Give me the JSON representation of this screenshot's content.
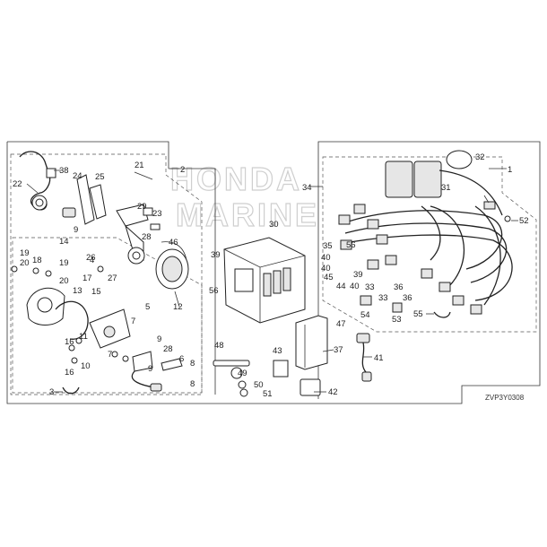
{
  "watermark": {
    "line1": "HONDA",
    "line2": "MARINE"
  },
  "diagram_code": "ZVP3Y0308",
  "callouts": {
    "c1": "1",
    "c2": "2",
    "c3": "3",
    "c4": "4",
    "c5": "5",
    "c6": "6",
    "c7": "7",
    "c8": "8",
    "c9": "9",
    "c10": "10",
    "c11": "11",
    "c12": "12",
    "c13": "13",
    "c14": "14",
    "c15": "15",
    "c16": "16",
    "c17": "17",
    "c18": "18",
    "c19": "19",
    "c20": "20",
    "c21": "21",
    "c22": "22",
    "c23": "23",
    "c24": "24",
    "c25": "25",
    "c26": "26",
    "c27": "27",
    "c28": "28",
    "c29": "29",
    "c30": "30",
    "c31": "31",
    "c32": "32",
    "c33": "33",
    "c34": "34",
    "c35": "35",
    "c36": "36",
    "c37": "37",
    "c38": "38",
    "c39": "39",
    "c40": "40",
    "c41": "41",
    "c42": "42",
    "c43": "43",
    "c44": "44",
    "c45": "45",
    "c46": "46",
    "c47": "47",
    "c48": "48",
    "c49": "49",
    "c50": "50",
    "c51": "51",
    "c52": "52",
    "c53": "53",
    "c54": "54",
    "c55": "55",
    "c56": "56"
  }
}
